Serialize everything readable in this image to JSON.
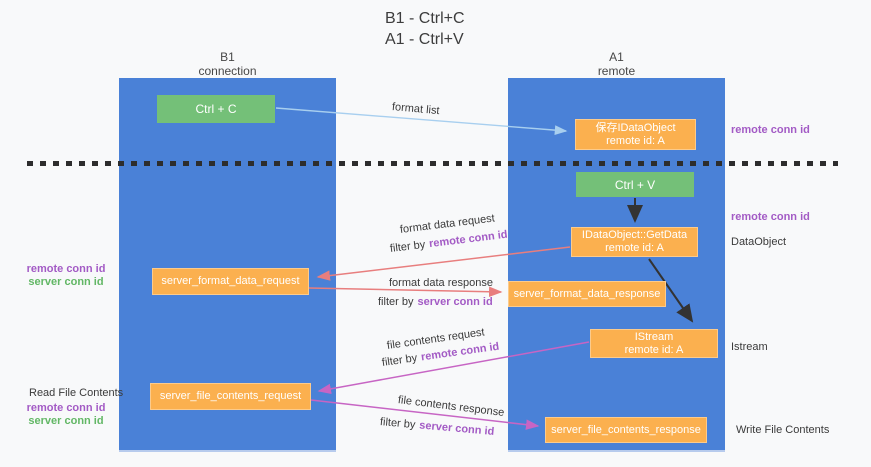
{
  "title": {
    "line1": "B1 - Ctrl+C",
    "line2": "A1 - Ctrl+V"
  },
  "lanes": {
    "left": {
      "title": "B1",
      "subtitle": "connection"
    },
    "right": {
      "title": "A1",
      "subtitle": "remote"
    }
  },
  "boxes": {
    "ctrl_c": "Ctrl + C",
    "ctrl_v": "Ctrl + V",
    "save_dataobject": {
      "title": "保存IDataObject",
      "subtitle": "remote id: A"
    },
    "getdata": {
      "title": "IDataObject::GetData",
      "subtitle": "remote id: A"
    },
    "istream": {
      "title": "IStream",
      "subtitle": "remote id: A"
    },
    "format_request": "server_format_data_request",
    "format_response": "server_format_data_response",
    "file_request": "server_file_contents_request",
    "file_response": "server_file_contents_response"
  },
  "flow_labels": {
    "format_list": "format list",
    "format_data_request": "format data request",
    "format_data_response": "format data response",
    "file_contents_request": "file contents request",
    "file_contents_response": "file contents response",
    "filter_by": "filter by"
  },
  "conn_ids": {
    "remote": "remote conn id",
    "server": "server conn id"
  },
  "side_labels": {
    "read_file_contents": "Read File Contents",
    "write_file_contents": "Write File Contents",
    "dataobject": "DataObject",
    "istream": "Istream"
  },
  "colors": {
    "lane_blue": "#4a81d7",
    "box_green": "#74c078",
    "box_orange": "#fbb04f",
    "arrow_lightblue": "#a8cfef",
    "arrow_salmon": "#e87e7e",
    "arrow_magenta": "#c765c4",
    "arrow_black": "#333333",
    "label_purple": "#a35bc5",
    "label_green": "#62b765",
    "dash_line": "#2d2d2d"
  }
}
